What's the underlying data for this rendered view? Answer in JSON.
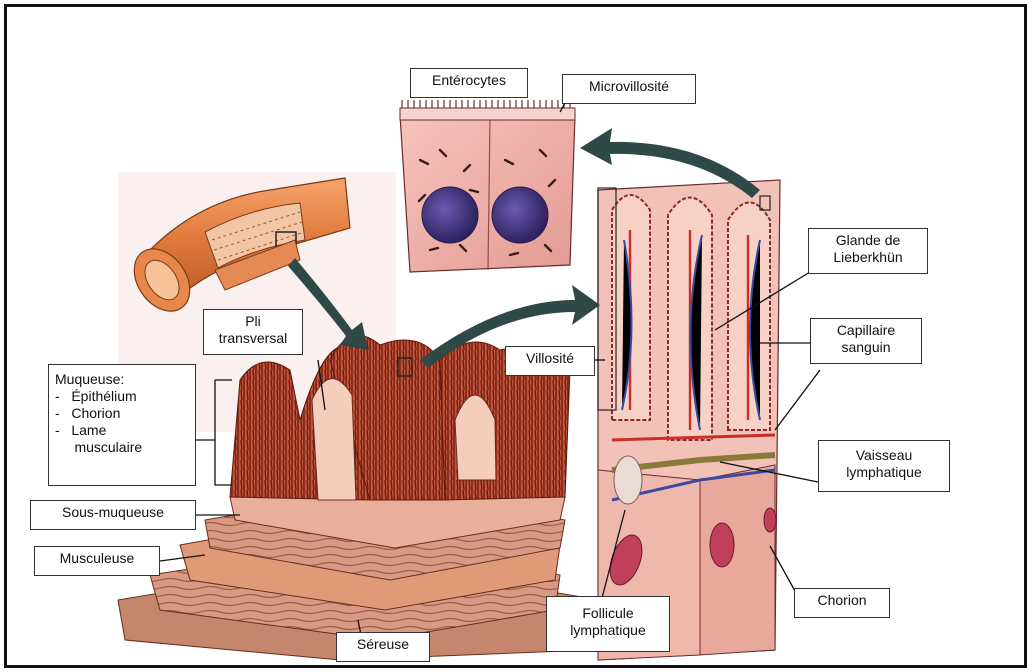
{
  "labels": {
    "enterocytes": "Entérocytes",
    "microvillosite": "Microvillosité",
    "glande": [
      "Glande de",
      "Lieberkhün"
    ],
    "capillaire": [
      "Capillaire",
      "sanguin"
    ],
    "pli": [
      "Pli",
      "transversal"
    ],
    "villosite": "Villosité",
    "muqueuse": {
      "title": "Muqueuse:",
      "items": [
        "-   Épithélium",
        "-   Chorion",
        "-   Lame",
        "     musculaire"
      ]
    },
    "sous_muqueuse": "Sous-muqueuse",
    "musculeuse": "Musculeuse",
    "sereuse": "Séreuse",
    "vaisseau": [
      "Vaisseau",
      "lymphatique"
    ],
    "chorion": "Chorion",
    "follicule": [
      "Follicule",
      "lymphatique"
    ]
  },
  "colors": {
    "intestine_outer": "#e8874a",
    "mucosa_pink": "#efb3a8",
    "tissue_dark": "#a2402e",
    "villus_hair": "#8a2a18",
    "cell_pink": "#f3b9b4",
    "nucleus": "#4a3a8a",
    "arrow": "#2f4a46",
    "lymph": "#8a7a3a",
    "vein": "#3a4aa0",
    "artery": "#c8302a"
  }
}
